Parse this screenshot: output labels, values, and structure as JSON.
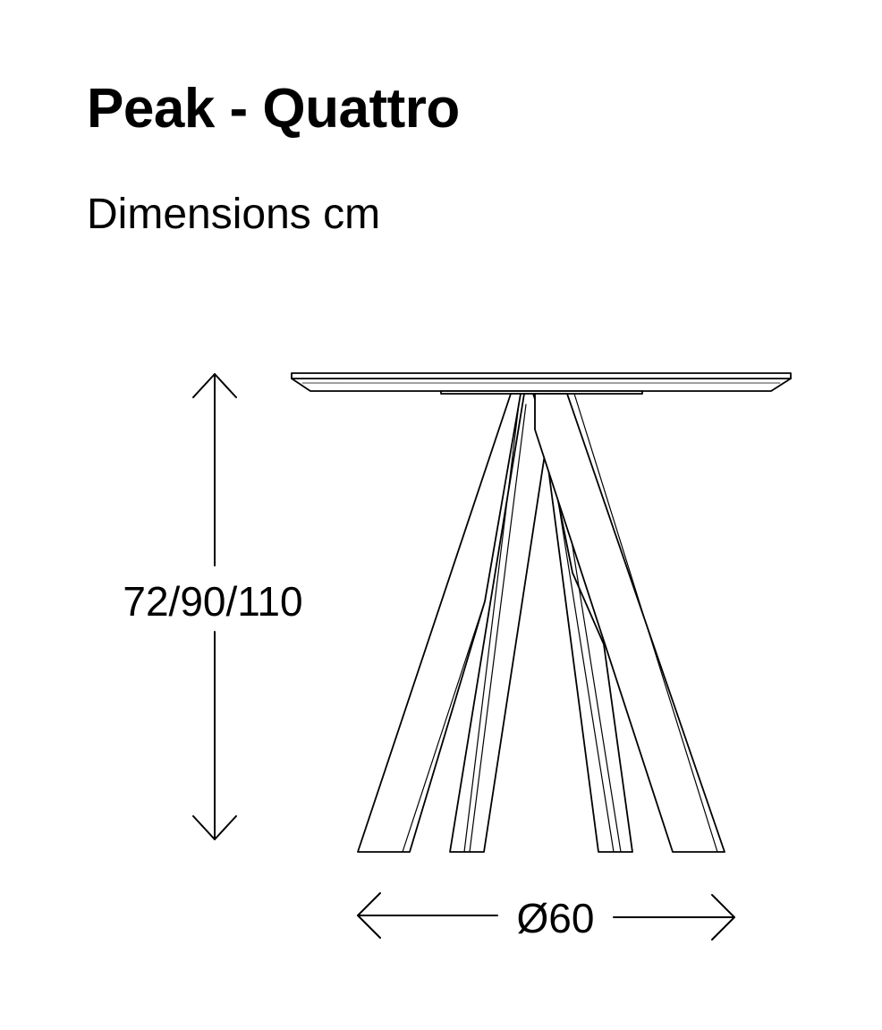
{
  "header": {
    "title": "Peak - Quattro",
    "subtitle": "Dimensions cm"
  },
  "dimensions": {
    "height_label": "72/90/110",
    "diameter_label": "Ø60"
  },
  "colors": {
    "line": "#000000",
    "background": "#ffffff"
  }
}
